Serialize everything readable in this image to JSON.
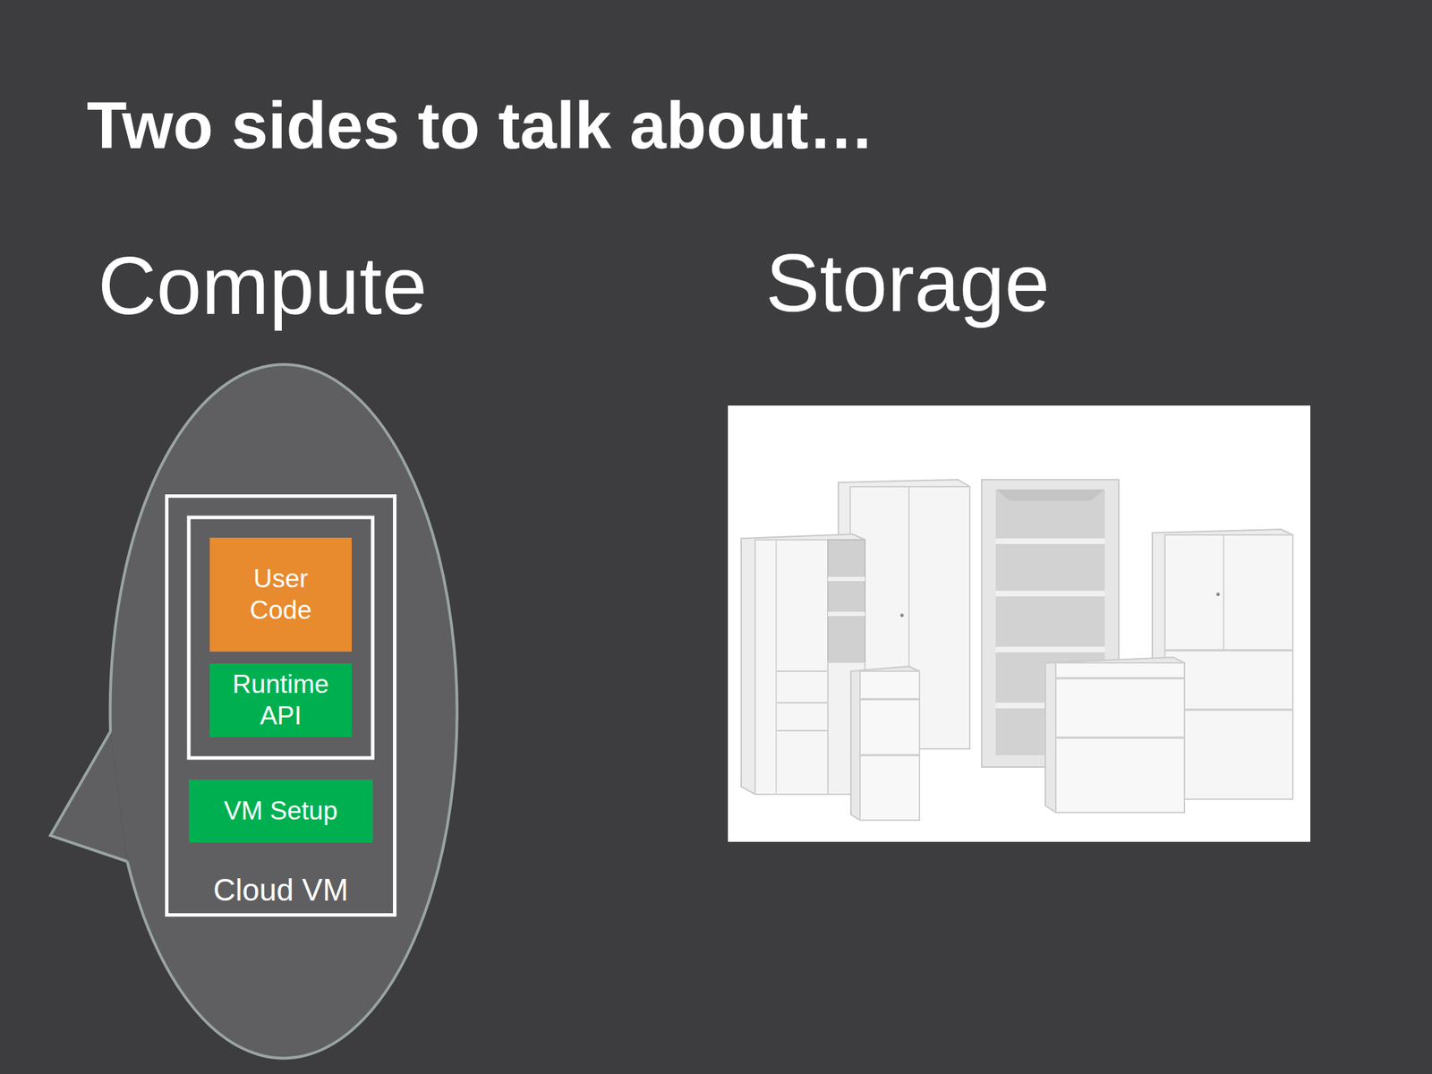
{
  "diagram": {
    "title": "Two sides to talk about…",
    "nodes": [
      {
        "text": [
          "Cloud VM"
        ]
      },
      {
        "text": [
          "User Code"
        ],
        "in": 0
      },
      {
        "text": [
          "Runtime API"
        ],
        "in": 0
      },
      {
        "text": [
          "VM Setup"
        ],
        "in": 0
      }
    ],
    "labels": [
      "Compute",
      "Storage"
    ]
  }
}
